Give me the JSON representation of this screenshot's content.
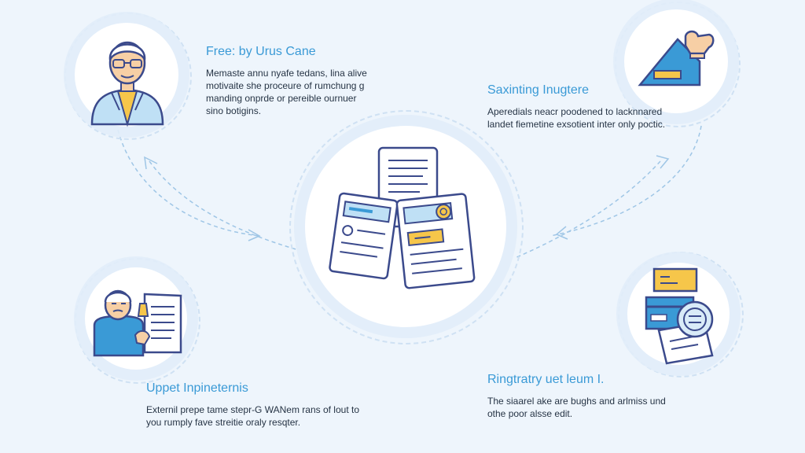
{
  "colors": {
    "background": "#eef5fc",
    "accent_blue": "#3a9ad6",
    "icon_stroke": "#3b4a8c",
    "icon_fill_light": "#bfe0f5",
    "icon_fill_yellow": "#f6c64a"
  },
  "steps": {
    "top_left": {
      "icon": "elderly-man-icon",
      "title": "Free: by Urus Cane",
      "desc": [
        "Memaste annu nyafe tedans, lina alive",
        "motivaite she proceure of rumchung g",
        "manding onprde or pereible ournuer",
        "sino botigins."
      ]
    },
    "top_right": {
      "icon": "hand-pen-icon",
      "title": "Saxinting Inugtere",
      "desc": [
        "Aperedials neacr poodened to lacknnared",
        "landet fiemetine exsotient inter only poctic."
      ]
    },
    "bottom_left": {
      "icon": "man-with-document-icon",
      "title": "Uppet Inpineternis",
      "desc": [
        "Externil prepe tame stepr-G WANem rans of lout to",
        "you rumply fave streitie oraly resqter."
      ]
    },
    "bottom_right": {
      "icon": "cards-and-stamp-icon",
      "title": "Ringtratry uet leum I.",
      "desc": [
        "The siaarel ake are bughs and arlmiss und",
        "othe poor alsse edit."
      ]
    },
    "center": {
      "icon": "documents-stack-icon"
    }
  }
}
